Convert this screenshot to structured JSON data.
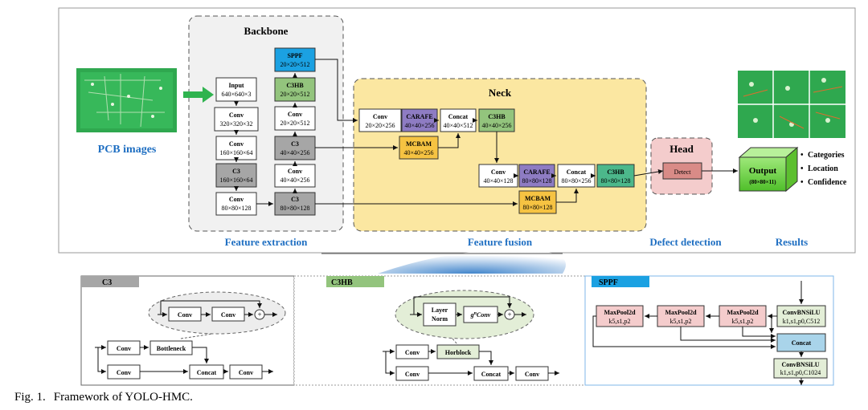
{
  "sections": {
    "backbone": "Backbone",
    "neck": "Neck",
    "head": "Head",
    "pcb": "PCB images",
    "feature_extraction": "Feature extraction",
    "feature_fusion": "Feature fusion",
    "defect_detection": "Defect detection",
    "results": "Results"
  },
  "backbone_blocks": {
    "input": {
      "name": "Input",
      "size": "640×640×3"
    },
    "conv1": {
      "name": "Conv",
      "size": "320×320×32"
    },
    "conv2": {
      "name": "Conv",
      "size": "160×160×64"
    },
    "c3_1": {
      "name": "C3",
      "size": "160×160×64"
    },
    "conv3": {
      "name": "Conv",
      "size": "80×80×128"
    },
    "c3_2": {
      "name": "C3",
      "size": "80×80×128"
    },
    "conv4": {
      "name": "Conv",
      "size": "40×40×256"
    },
    "c3_3": {
      "name": "C3",
      "size": "40×40×256"
    },
    "conv5": {
      "name": "Conv",
      "size": "20×20×512"
    },
    "c3hb": {
      "name": "C3HB",
      "size": "20×20×512"
    },
    "sppf": {
      "name": "SPPF",
      "size": "20×20×512"
    }
  },
  "neck_blocks": {
    "conv_a": {
      "name": "Conv",
      "size": "20×20×256"
    },
    "carafe_a": {
      "name": "CARAFE",
      "size": "40×40×256"
    },
    "concat_a": {
      "name": "Concat",
      "size": "40×40×512"
    },
    "c3hb_a": {
      "name": "C3HB",
      "size": "40×40×256"
    },
    "mcbam_a": {
      "name": "MCBAM",
      "size": "40×40×256"
    },
    "conv_b": {
      "name": "Conv",
      "size": "40×40×128"
    },
    "carafe_b": {
      "name": "CARAFE",
      "size": "80×80×128"
    },
    "concat_b": {
      "name": "Concat",
      "size": "80×80×256"
    },
    "c3hb_b": {
      "name": "C3HB",
      "size": "80×80×128"
    },
    "mcbam_b": {
      "name": "MCBAM",
      "size": "80×80×128"
    }
  },
  "head": {
    "detect": "Detect"
  },
  "output": {
    "name": "Output",
    "size": "(80×80×11)"
  },
  "results": [
    "Categories",
    "Location",
    "Confidence"
  ],
  "bullet": "•",
  "c3_panel": {
    "tab": "C3",
    "conv": "Conv",
    "bottleneck": "Bottleneck",
    "concat": "Concat",
    "plus": "+"
  },
  "c3hb_panel": {
    "tab": "C3HB",
    "conv": "Conv",
    "horblock": "Horblock",
    "concat": "Concat",
    "layernorm_1": "Layer",
    "layernorm_2": "Norm",
    "gnconv_g": "g",
    "gnconv_n": "n",
    "gnconv_conv": "Conv",
    "plus": "+"
  },
  "sppf_panel": {
    "tab": "SPPF",
    "maxpool": {
      "name": "MaxPool2d",
      "params": "k5,s1,p2"
    },
    "cbs1": {
      "name": "ConvBNSiLU",
      "params": "k1,s1,p0,C512"
    },
    "concat": "Concat",
    "cbs2": {
      "name": "ConvBNSiLU",
      "params": "k1,s1,p0,C1024"
    }
  },
  "caption": {
    "label": "Fig. 1.",
    "text": "Framework of YOLO-HMC."
  },
  "colors": {
    "sppf": "#1ba1e2",
    "c3hb": "#93c47d",
    "c3": "#a6a6a6",
    "carafe": "#8e7cc3",
    "mcbam": "#f6c342",
    "neck_bg": "#fbe7a1",
    "head_bg": "#f4cccc",
    "detect": "#d98b87",
    "output": "#7ed957",
    "accent_blue": "#1f6fc2"
  }
}
